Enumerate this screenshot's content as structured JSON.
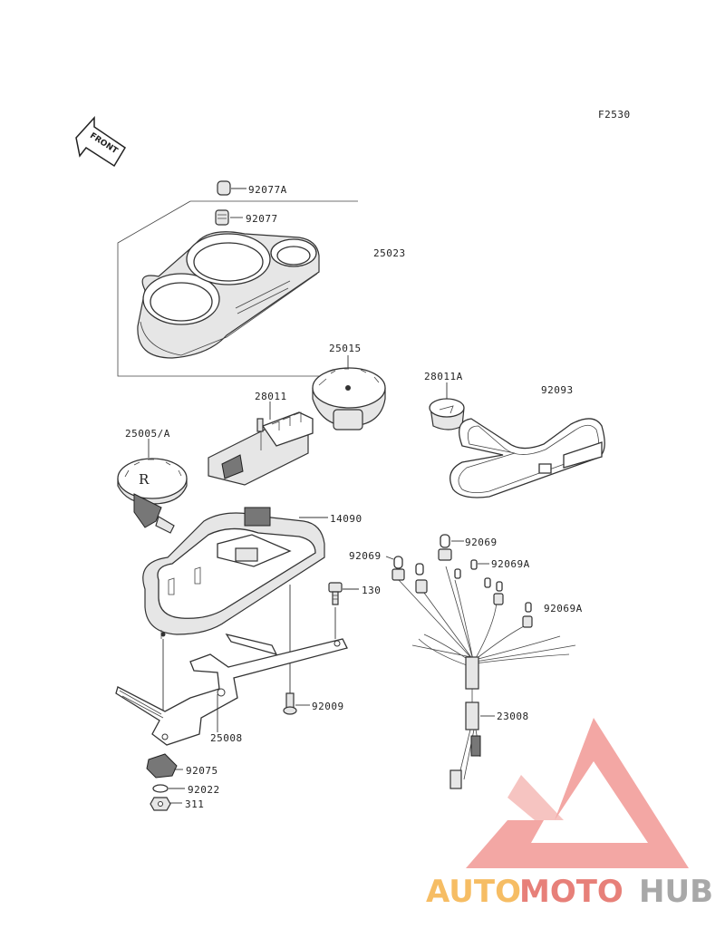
{
  "figure": {
    "code": "F2530",
    "front_label": "FRONT"
  },
  "callouts": {
    "c92077A": "92077A",
    "c92077": "92077",
    "c25023": "25023",
    "c25015": "25015",
    "c28011A": "28011A",
    "c92093": "92093",
    "c28011": "28011",
    "c25005A": "25005/A",
    "c14090": "14090",
    "c92069_top": "92069",
    "c92069_left": "92069",
    "c92069A_a": "92069A",
    "c92069A_b": "92069A",
    "c130": "130",
    "c92009": "92009",
    "c25008": "25008",
    "c23008": "23008",
    "c92075": "92075",
    "c92022": "92022",
    "c311": "311"
  },
  "watermark": {
    "part1": "AUTO",
    "part2": "MOTO",
    "part3": "HUB",
    "colors": {
      "auto": "#f5b24a",
      "moto": "#e36b62",
      "hub": "#9a9a9a",
      "triangle": "#ec7570"
    }
  }
}
